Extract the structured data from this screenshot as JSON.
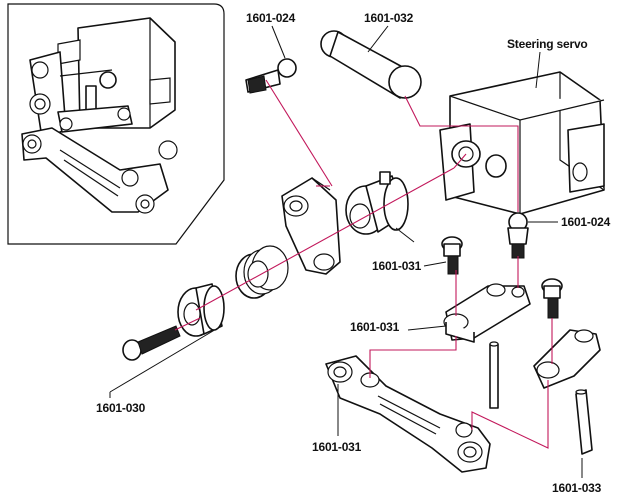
{
  "labels": {
    "p1601_024_top": "1601-024",
    "p1601_032": "1601-032",
    "steering_servo": "Steering servo",
    "p1601_024_right": "1601-024",
    "p1601_031_upper": "1601-031",
    "p1601_031_mid": "1601-031",
    "p1601_030": "1601-030",
    "p1601_031_bottom": "1601-031",
    "p1601_033": "1601-033"
  },
  "colors": {
    "guide_line": "#c2185b",
    "outline": "#111111"
  }
}
